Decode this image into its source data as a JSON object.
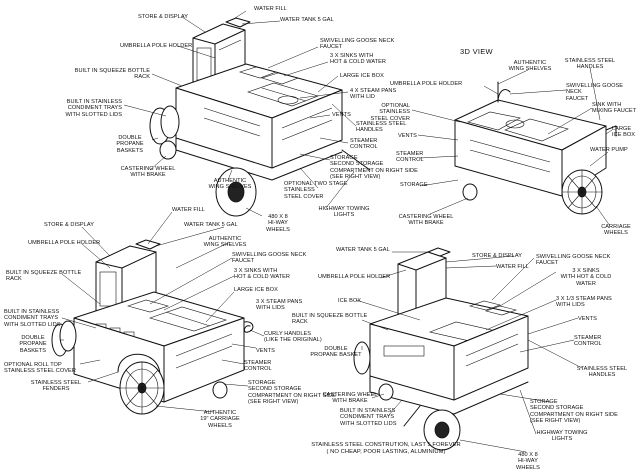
{
  "diagram": {
    "title_3d": "3D VIEW",
    "view1": {
      "labels": {
        "water_fill": "WATER FILL",
        "store_display": "STORE & DISPLAY",
        "water_tank": "WATER TANK 5 GAL",
        "umbrella": "UMBRELLA POLE HOLDER",
        "faucet": "SWIVELLING GOOSE NECK\nFAUCET",
        "sinks": "3 X SINKS WITH\nHOT & COLD WATER",
        "squeeze": "BUILT IN SQUEEZE BOTTLE\nRACK",
        "icebox": "LARGE ICE BOX",
        "steam_pans": "4 X STEAM PANS\nWITH LID",
        "condiment": "BUILT IN STAINLESS\nCONDIMENT TRAYS\nWITH SLOTTED LIDS",
        "vents": "VENTS",
        "handles": "STAINLESS STEEL\nHANDLES",
        "propane": "DOUBLE\nPROPANE BASKETS",
        "steamer": "STEAMER\nCONTROL",
        "storage": "STORAGE\nSECOND STORAGE\nCOMPARTMENT ON RIGHT SIDE\n(SEE RIGHT VIEW)",
        "castering": "CASTERING WHEEL\nWITH BRAKE",
        "wing": "AUTHENTIC\nWING SHELVES",
        "rolltop": "OPTIONAL TWO STAGE\nSTAINLESS\nSTEEL COVER",
        "towing": "HIGHWAY TOWING\nLIGHTS",
        "wheels": "480 X 8\nHI-WAY WHEELS"
      }
    },
    "view2": {
      "labels": {
        "wing": "AUTHENTIC\nWING SHELVES",
        "umbrella": "UMBRELLA POLE HOLDER",
        "handles": "STAINLESS STEEL\nHANDLES",
        "faucet": "SWIVELLING GOOSE NECK\nFAUCET",
        "optional": "OPTIONAL STAINLESS\nSTEEL COVER",
        "sink": "SINK WITH\nMIXING FAUCET",
        "icebox": "LARGE ICE BOX",
        "vents": "VENTS",
        "steamer": "STEAMER\nCONTROL",
        "pump": "WATER PUMP",
        "storage": "STORAGE",
        "castering": "CASTERING WHEEL\nWITH BRAKE",
        "carriage": "CARRIAGE\nWHEELS"
      }
    },
    "view3": {
      "labels": {
        "water_fill": "WATER FILL",
        "store_display": "STORE & DISPLAY",
        "water_tank": "WATER TANK 5 GAL",
        "wing": "AUTHENTIC\nWING SHELVES",
        "umbrella": "UMBRELLA POLE HOLDER",
        "faucet": "SWIVELLING GOOSE NECK\nFAUCET",
        "sinks": "3 X SINKS WITH\nHOT & COLD WATER",
        "squeeze": "BUILT IN SQUEEZE BOTTLE\nRACK",
        "icebox": "LARGE ICE BOX",
        "steam_pans": "3 X STEAM PANS\nWITH LIDS",
        "condiment": "BUILT IN STAINLESS\nCONDIMENT TRAYS\nWITH SLOTTED LIDS",
        "curly": "CURLY HANDLES\n(LIKE THE ORIGINAL)",
        "propane": "DOUBLE\nPROPANE BASKETS",
        "vents": "VENTS",
        "rolltop": "OPTIONAL ROLL TOP\nSTAINLESS STEEL COVER",
        "steamer": "STEAMER\nCONTROL",
        "fenders": "STAINLESS STEEL\nFENDERS",
        "storage": "STORAGE\nSECOND STORAGE\nCOMPARTMENT ON RIGHT SIDE\n(SEE RIGHT VIEW)",
        "carriage": "AUTHENTIC\n19\" CARRIAGE  WHEELS"
      }
    },
    "view4": {
      "labels": {
        "water_tank": "WATER TANK 5 GAL",
        "store_display": "STORE & DISPLAY",
        "water_fill": "WATER FILL",
        "faucet": "SWIVELLING GOOSE NECK\nFAUCET",
        "umbrella": "UMBRELLA POLE HOLDER",
        "sinks": "3 X SINKS\nWITH HOT & COLD\nWATER",
        "icebox": "ICE BOX",
        "steam_pans": "3 X 1/3 STEAM PANS\nWITH LIDS",
        "squeeze": "BUILT IN SQUEEZE BOTTLE\nRACK",
        "vents": "VENTS",
        "propane": "DOUBLE\nPROPANE BASKET",
        "steamer": "STEAMER\nCONTROL",
        "handles": "STAINLESS STEEL\nHANDLES",
        "castering": "CASTERING WHEEL\nWITH BRAKE",
        "condiment": "BUILT IN STAINLESS\nCONDIMENT TRAYS\nWITH SLOTTED LIDS",
        "storage": "STORAGE\nSECOND STORAGE\nCOMPARTMENT ON RIGHT SIDE\n(SEE RIGHT VIEW)",
        "towing": "HIGHWAY TOWING\nLIGHTS",
        "wheels": "480 X 8\nHI-WAY WHEELS"
      }
    },
    "footer": "STAINLESS STEEL CONSTRUTION,  LAST  5 FOREVER\n( NO CHEAP, POOR LASTING, ALUMINIUM)"
  }
}
